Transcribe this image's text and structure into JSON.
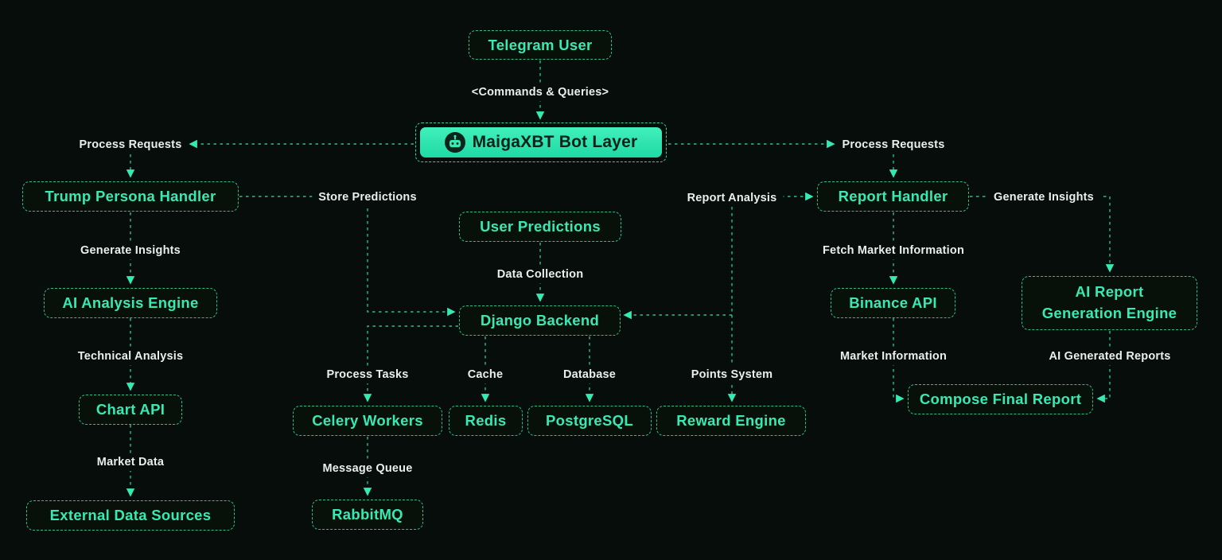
{
  "diagram": {
    "title": "MaigaXBT Bot Layer architecture",
    "accent_color": "#36e8b2",
    "background_color": "#070d0a",
    "highlight_fill": "#2ee6ad",
    "nodes": [
      {
        "id": "telegram-user",
        "label": "Telegram User"
      },
      {
        "id": "bot-layer",
        "label": "MaigaXBT Bot Layer",
        "icon": "robot-icon",
        "highlighted": true
      },
      {
        "id": "trump-persona-handler",
        "label": "Trump Persona Handler"
      },
      {
        "id": "ai-analysis-engine",
        "label": "AI Analysis Engine"
      },
      {
        "id": "chart-api",
        "label": "Chart API"
      },
      {
        "id": "external-data-sources",
        "label": "External Data Sources"
      },
      {
        "id": "user-predictions",
        "label": "User Predictions"
      },
      {
        "id": "django-backend",
        "label": "Django Backend"
      },
      {
        "id": "celery-workers",
        "label": "Celery Workers"
      },
      {
        "id": "redis",
        "label": "Redis"
      },
      {
        "id": "postgresql",
        "label": "PostgreSQL"
      },
      {
        "id": "reward-engine",
        "label": "Reward Engine"
      },
      {
        "id": "rabbitmq",
        "label": "RabbitMQ"
      },
      {
        "id": "report-handler",
        "label": "Report Handler"
      },
      {
        "id": "binance-api",
        "label": "Binance API"
      },
      {
        "id": "ai-report-generation-engine",
        "label": "AI Report Generation Engine"
      },
      {
        "id": "compose-final-report",
        "label": "Compose Final Report"
      }
    ],
    "edge_labels": [
      {
        "id": "commands-queries",
        "text": "<Commands & Queries>"
      },
      {
        "id": "process-requests-left",
        "text": "Process Requests"
      },
      {
        "id": "process-requests-right",
        "text": "Process Requests"
      },
      {
        "id": "store-predictions",
        "text": "Store Predictions"
      },
      {
        "id": "report-analysis",
        "text": "Report Analysis"
      },
      {
        "id": "generate-insights-left",
        "text": "Generate Insights"
      },
      {
        "id": "generate-insights-right",
        "text": "Generate Insights"
      },
      {
        "id": "data-collection",
        "text": "Data Collection"
      },
      {
        "id": "fetch-market-information",
        "text": "Fetch Market Information"
      },
      {
        "id": "technical-analysis",
        "text": "Technical Analysis"
      },
      {
        "id": "process-tasks",
        "text": "Process Tasks"
      },
      {
        "id": "cache",
        "text": "Cache"
      },
      {
        "id": "database",
        "text": "Database"
      },
      {
        "id": "points-system",
        "text": "Points System"
      },
      {
        "id": "market-information",
        "text": "Market Information"
      },
      {
        "id": "ai-generated-reports",
        "text": "AI Generated Reports"
      },
      {
        "id": "market-data",
        "text": "Market Data"
      },
      {
        "id": "message-queue",
        "text": "Message Queue"
      }
    ],
    "edges": [
      {
        "from": "Telegram User",
        "to": "MaigaXBT Bot Layer",
        "label": "<Commands & Queries>"
      },
      {
        "from": "MaigaXBT Bot Layer",
        "to": "Trump Persona Handler",
        "label": "Process Requests"
      },
      {
        "from": "MaigaXBT Bot Layer",
        "to": "Report Handler",
        "label": "Process Requests"
      },
      {
        "from": "Trump Persona Handler",
        "to": "AI Analysis Engine",
        "label": "Generate Insights"
      },
      {
        "from": "AI Analysis Engine",
        "to": "Chart API",
        "label": "Technical Analysis"
      },
      {
        "from": "Chart API",
        "to": "External Data Sources",
        "label": "Market Data"
      },
      {
        "from": "Trump Persona Handler",
        "to": "Django Backend",
        "label": "Store Predictions"
      },
      {
        "from": "User Predictions",
        "to": "Django Backend",
        "label": "Data Collection"
      },
      {
        "from": "Django Backend",
        "to": "Celery Workers",
        "label": "Process Tasks"
      },
      {
        "from": "Celery Workers",
        "to": "RabbitMQ",
        "label": "Message Queue"
      },
      {
        "from": "Django Backend",
        "to": "Redis",
        "label": "Cache"
      },
      {
        "from": "Django Backend",
        "to": "PostgreSQL",
        "label": "Database"
      },
      {
        "from": "Django Backend",
        "to": "Reward Engine",
        "label": "Points System"
      },
      {
        "from": "Django Backend",
        "to": "Report Handler",
        "label": "Report Analysis"
      },
      {
        "from": "Report Handler",
        "to": "Binance API",
        "label": "Fetch Market Information"
      },
      {
        "from": "Binance API",
        "to": "Compose Final Report",
        "label": "Market Information"
      },
      {
        "from": "Report Handler",
        "to": "AI Report Generation Engine",
        "label": "Generate Insights"
      },
      {
        "from": "AI Report Generation Engine",
        "to": "Compose Final Report",
        "label": "AI Generated Reports"
      }
    ]
  }
}
